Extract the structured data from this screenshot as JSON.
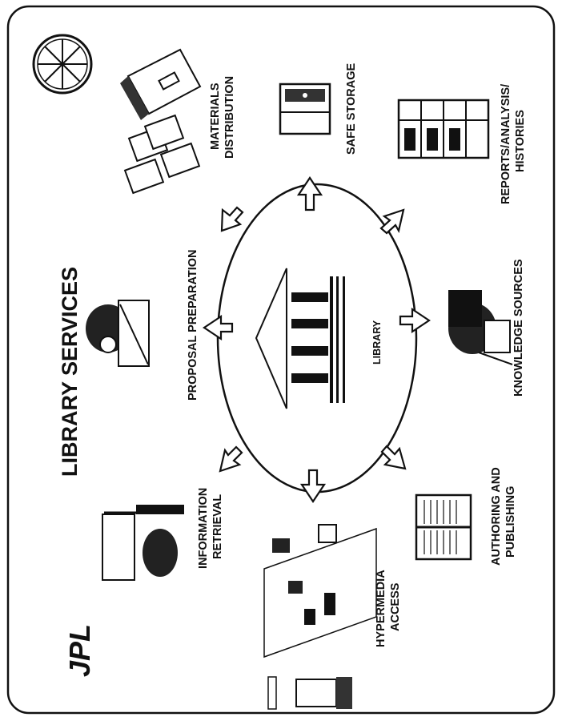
{
  "logo": "JPL",
  "title": "LIBRARY SERVICES",
  "hub": "LIBRARY",
  "services": {
    "information_retrieval": [
      "INFORMATION",
      "RETRIEVAL"
    ],
    "proposal_preparation": [
      "PROPOSAL PREPARATION"
    ],
    "materials_distribution": [
      "MATERIALS",
      "DISTRIBUTION"
    ],
    "safe_storage": [
      "SAFE STORAGE"
    ],
    "reports": [
      "REPORTS/ANALYSIS/",
      "HISTORIES"
    ],
    "knowledge_sources": [
      "KNOWLEDGE SOURCES"
    ],
    "authoring_publishing": [
      "AUTHORING AND",
      "PUBLISHING"
    ],
    "hypermedia_access": [
      "HYPERMEDIA",
      "ACCESS"
    ]
  },
  "colors": {
    "ink": "#111111",
    "paper": "#ffffff"
  }
}
